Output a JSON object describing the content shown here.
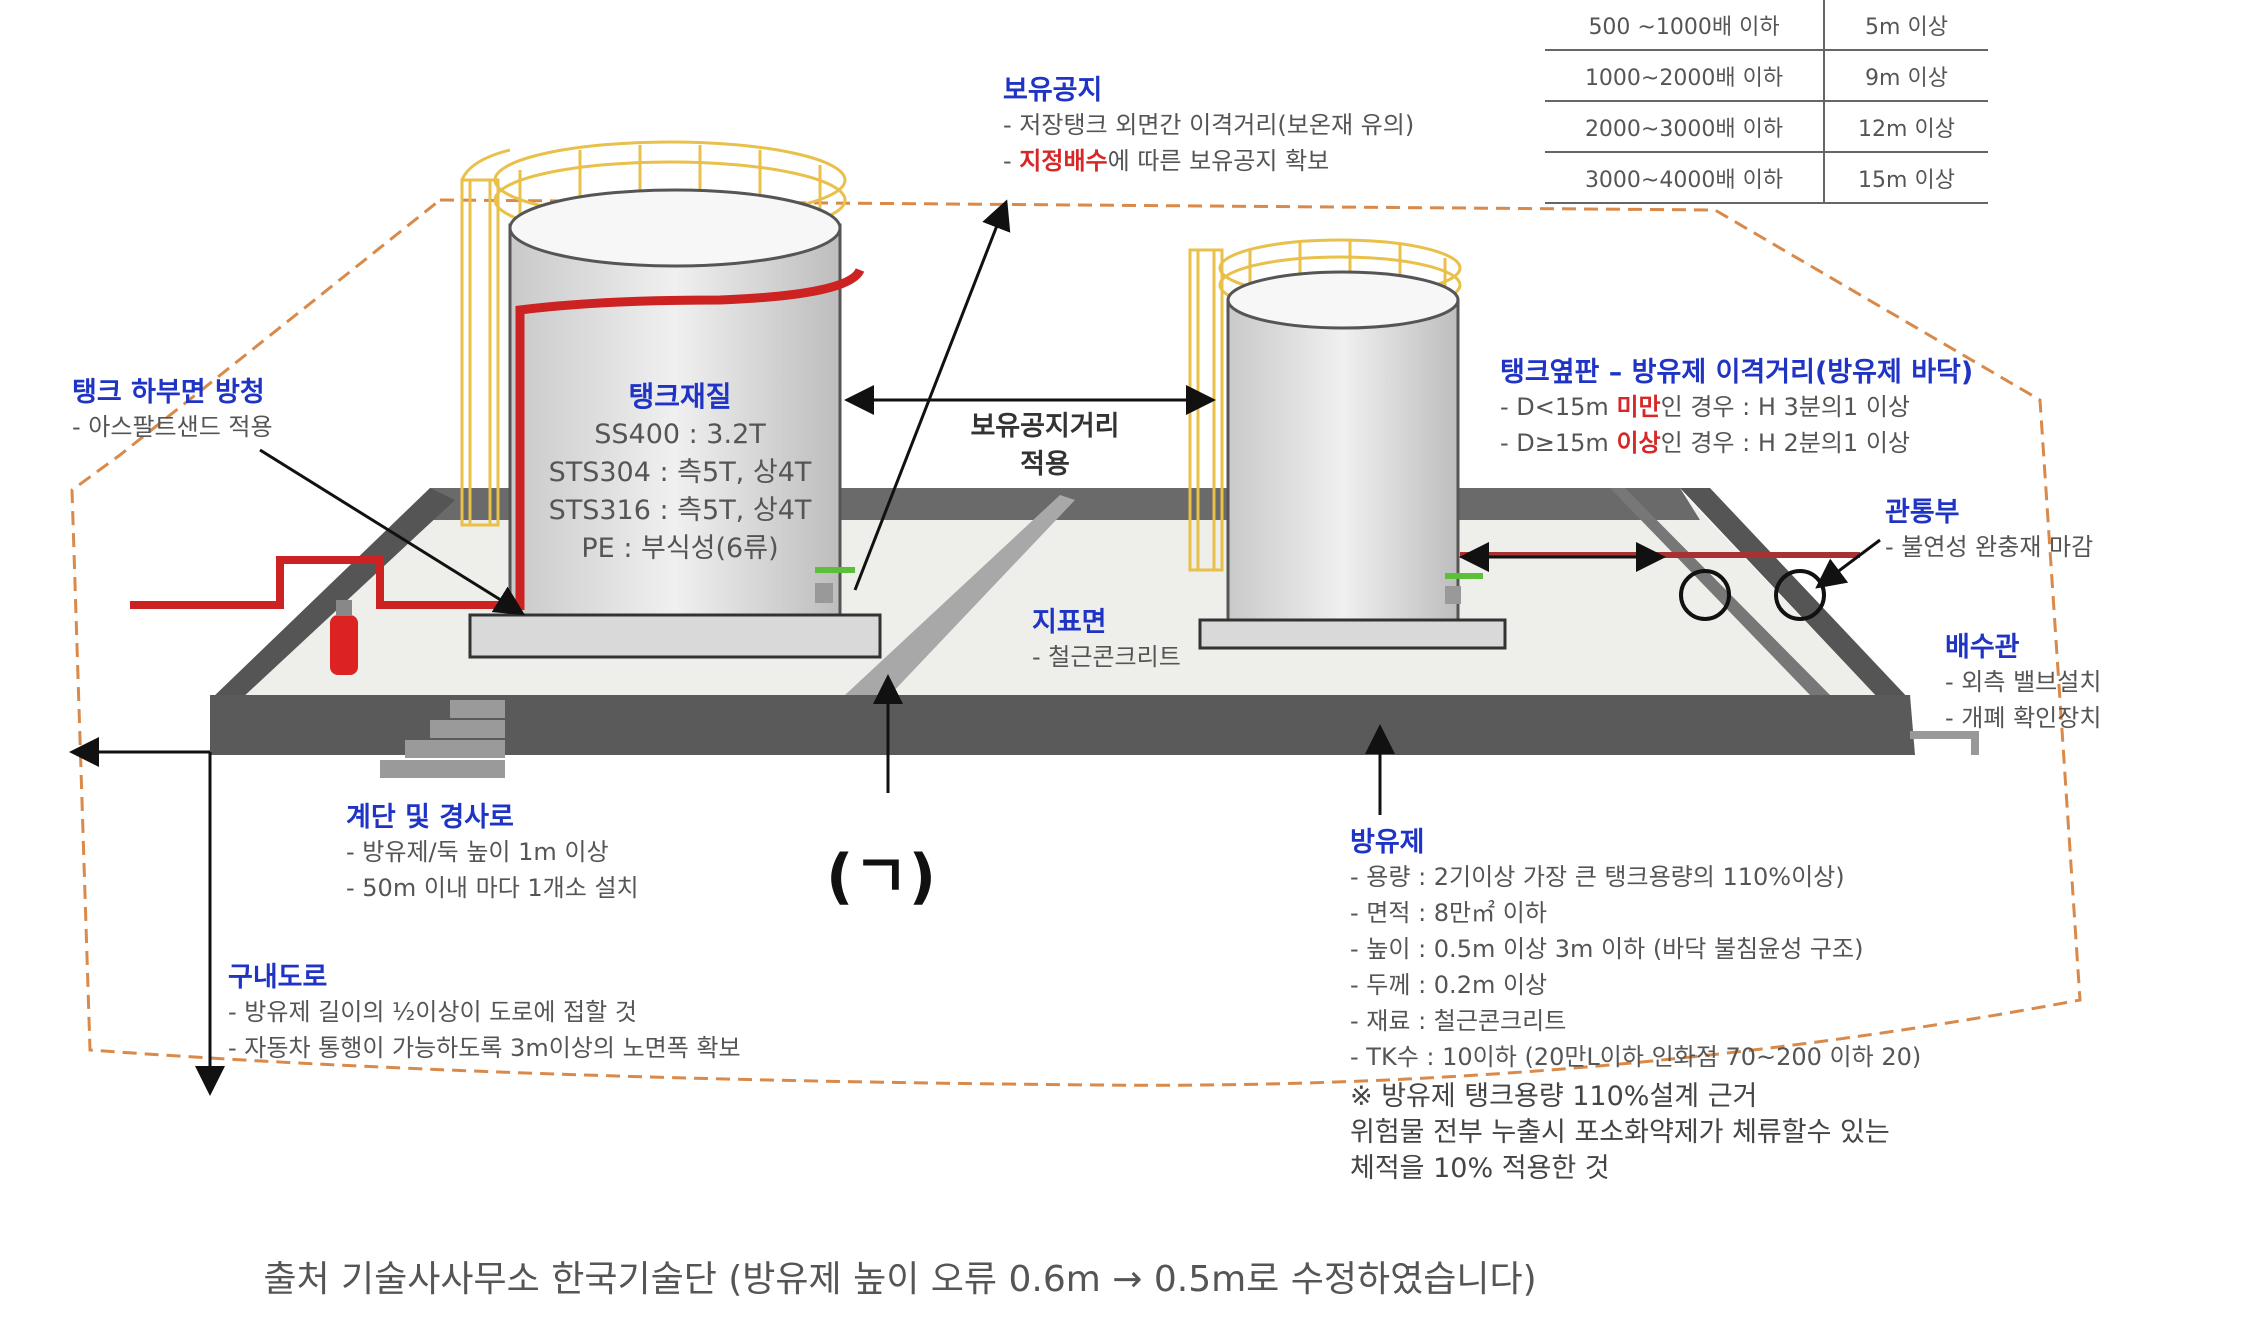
{
  "distance_table": {
    "rows": [
      {
        "range": "500 ~1000배 이하",
        "distance": "5m 이상"
      },
      {
        "range": "1000~2000배 이하",
        "distance": "9m 이상"
      },
      {
        "range": "2000~3000배 이하",
        "distance": "12m 이상"
      },
      {
        "range": "3000~4000배 이하",
        "distance": "15m 이상"
      }
    ]
  },
  "boyu": {
    "title": "보유공지",
    "line1": "- 저장탱크 외면간 이격거리(보온재 유의)",
    "line2_red": "지정배수",
    "line2_rest": "에 따른 보유공지 확보"
  },
  "tank_bottom": {
    "title": "탱크 하부면 방청",
    "line1": "- 아스팔트샌드 적용"
  },
  "tank_material": {
    "title": "탱크재질",
    "line1": "SS400 : 3.2T",
    "line2": "STS304 : 측5T, 상4T",
    "line3": "STS316 : 측5T, 상4T",
    "line4": "PE : 부식성(6류)"
  },
  "boyu_distance": {
    "line1": "보유공지거리",
    "line2": "적용"
  },
  "side_plate": {
    "title": "탱크옆판 – 방유제 이격거리(방유제 바닥)",
    "l1_a": "- D<15m ",
    "l1_red": "미만",
    "l1_b": "인 경우 : H 3분의1 이상",
    "l2_a": "- D≥15m ",
    "l2_red": "이상",
    "l2_b": "인 경우 : H 2분의1 이상"
  },
  "penetration": {
    "title": "관통부",
    "line1": "- 불연성 완충재 마감"
  },
  "drain": {
    "title": "배수관",
    "line1": "- 외측 밸브설치",
    "line2": "- 개폐 확인장치"
  },
  "surface": {
    "title": "지표면",
    "line1": "- 철근콘크리트"
  },
  "stairs": {
    "title": "계단 및 경사로",
    "line1": "- 방유제/둑 높이 1m 이상",
    "line2": "- 50m 이내 마다 1개소 설치"
  },
  "road": {
    "title": "구내도로",
    "line1": "- 방유제 길이의 ½이상이 도로에 접할 것",
    "line2": "- 자동차 통행이 가능하도록 3m이상의 노면폭 확보"
  },
  "dike": {
    "title": "방유제",
    "lines": [
      "- 용량 : 2기이상 가장 큰 탱크용량의 110%이상)",
      "- 면적 : 8만㎡ 이하",
      "- 높이 : 0.5m 이상 3m 이하 (바닥 불침윤성 구조)",
      "- 두께 : 0.2m 이상",
      "- 재료 : 철근콘크리트",
      "- TK수 : 10이하 (20만L이하 인화점 70~200 이하 20)"
    ],
    "note1": "※ 방유제 탱크용량 110%설계 근거",
    "note2": "위험물 전부 누출시 포소화약제가 체류할수 있는",
    "note3": "체적을 10% 적용한 것"
  },
  "blank_label": "(ㄱ)",
  "caption": "출처 기술사사무소 한국기술단 (방유제 높이 오류 0.6m → 0.5m로 수정하였습니다)"
}
